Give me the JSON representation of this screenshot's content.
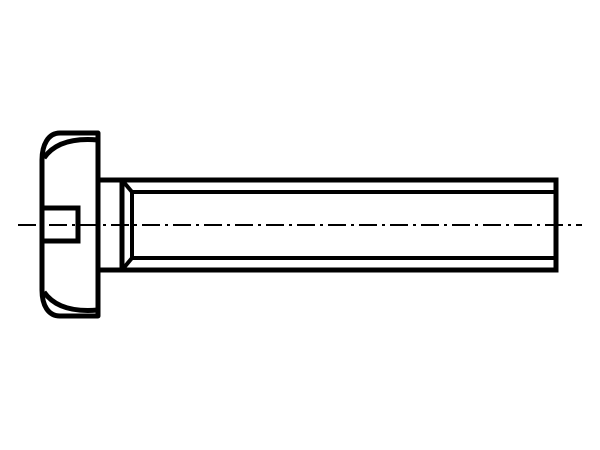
{
  "drawing": {
    "subject": "slotted-pan-head-screw",
    "view": "side",
    "line_color": "#000000",
    "background_color": "#ffffff",
    "centerline_style": "dash-dot",
    "features": [
      "head",
      "slot",
      "thread-minor-diameter-lines",
      "thread-runout",
      "chamfered-end"
    ]
  }
}
